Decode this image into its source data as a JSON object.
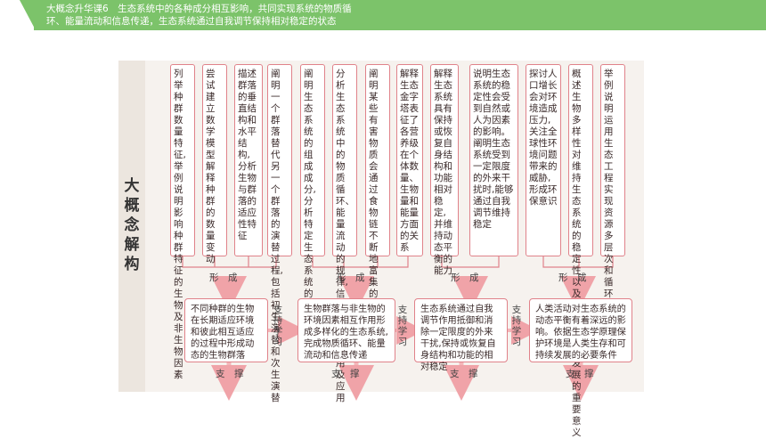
{
  "header": {
    "text": "大概念升华课6　生态系统中的各种成分相互影响，共同实现系统的物质循\n环、能量流动和信息传递，生态系统通过自我调节保持相对稳定的状态"
  },
  "side_title": "大概念解构",
  "top_boxes": [
    "列举种群数量特征,举例说明影响种群特征的生物及非生物因素",
    "尝试建立数学模型解释种群的数量变动",
    "描述群落的垂直结构和水平结构,分析生物与群落的适应性特征",
    "阐明一个群落替代另一个群落的演替过程,包括初生演替和次生演替",
    "阐明生态系统的组成成分,分析特定生态系统的营养结构",
    "分析生态系统中的物质循环、能量流动的规律,信息传递的作用及应用",
    "阐明某些有害物质会通过食物链不断地富集的现象",
    "解释生态金字塔表征了各营养级在个体数量、生物量和能量方面的关系",
    "解释生态系统具有保持或恢复自身结构和功能相对稳定,并维持动态平衡的能力",
    "说明生态系统的稳定性会受到自然或人为因素的影响。阐明生态系统受到一定限度的外来干扰时,能够通过自我调节维持稳定",
    "探讨人口增长会对环境造成压力,关注全球性环境问题带来的威胁,形成环保意识",
    "概述生物多样性对维持生态系统的稳定性以及人类生存和发展的重要意义",
    "举例说明运用生态工程实现资源多层次和循环利用"
  ],
  "form_labels": [
    "形　成",
    "形　成",
    "形　成",
    "形　成"
  ],
  "bottom_boxes": [
    "不同种群的生物在长期适应环境和彼此相互适应的过程中形成动态的生物群落",
    "生物群落与非生物的环境因素相互作用形成多样化的生态系统,完成物质循环、能量流动和信息传递",
    "生态系统通过自我调节作用抵御和消除一定限度的外来干扰,保持或恢复自身结构和功能的相对稳定",
    "人类活动对生态系统的动态平衡有着深远的影响。依据生态学原理保护环境是人类生存和可持续发展的必要条件"
  ],
  "support_learn_labels": [
    "支持学习",
    "支持学习",
    "支持学习"
  ],
  "support_labels": [
    "支　撑",
    "支　撑",
    "支　撑",
    "支　撑"
  ]
}
